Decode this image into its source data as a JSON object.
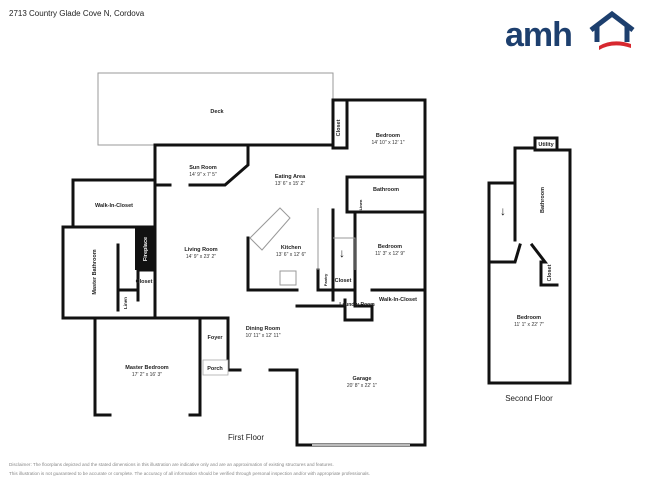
{
  "header": {
    "title": "2713 Country Glade Cove N, Cordova"
  },
  "logo": {
    "text": "amh",
    "colors": {
      "navy": "#1d3f6e",
      "red": "#d7282f"
    }
  },
  "first_floor": {
    "label": "First Floor",
    "rooms": [
      {
        "name": "Deck",
        "dims": ""
      },
      {
        "name": "Closet",
        "dims": ""
      },
      {
        "name": "Bedroom",
        "dims": "14' 10\" x 12' 1\""
      },
      {
        "name": "Sun Room",
        "dims": "14' 9\" x 7' 5\""
      },
      {
        "name": "Eating Area",
        "dims": "13' 6\" x 15' 2\""
      },
      {
        "name": "Walk-In-Closet",
        "dims": ""
      },
      {
        "name": "Bathroom",
        "dims": ""
      },
      {
        "name": "Master Bathroom",
        "dims": ""
      },
      {
        "name": "Fireplace",
        "dims": ""
      },
      {
        "name": "Living Room",
        "dims": "14' 9\" x 23' 2\""
      },
      {
        "name": "Kitchen",
        "dims": "13' 6\" x 12' 6\""
      },
      {
        "name": "Bedroom",
        "dims": "11' 3\" x 12' 9\""
      },
      {
        "name": "Closet",
        "dims": ""
      },
      {
        "name": "Linen",
        "dims": ""
      },
      {
        "name": "Pantry",
        "dims": ""
      },
      {
        "name": "Closet",
        "dims": ""
      },
      {
        "name": "Walk-In-Closet",
        "dims": ""
      },
      {
        "name": "Laundry Room",
        "dims": ""
      },
      {
        "name": "Dining Room",
        "dims": "10' 11\" x 12' 11\""
      },
      {
        "name": "Foyer",
        "dims": ""
      },
      {
        "name": "Master Bedroom",
        "dims": "17' 2\" x 16' 3\""
      },
      {
        "name": "Porch",
        "dims": ""
      },
      {
        "name": "Garage",
        "dims": "20' 8\" x 22' 1\""
      },
      {
        "name": "Linen",
        "dims": ""
      }
    ]
  },
  "second_floor": {
    "label": "Second Floor",
    "rooms": [
      {
        "name": "Utility",
        "dims": ""
      },
      {
        "name": "Bathroom",
        "dims": ""
      },
      {
        "name": "Closet",
        "dims": ""
      },
      {
        "name": "Bedroom",
        "dims": "11' 1\" x 22' 7\""
      }
    ]
  },
  "disclaimer": {
    "line1": "Disclaimer: The floorplans depicted and the stated dimensions in this illustration are indicative only and are an approximation of existing structures and features.",
    "line2": "This illustration is not guaranteed to be accurate or complete. The accuracy of all information should be verified through personal inspection and/or with appropriate professionals."
  }
}
